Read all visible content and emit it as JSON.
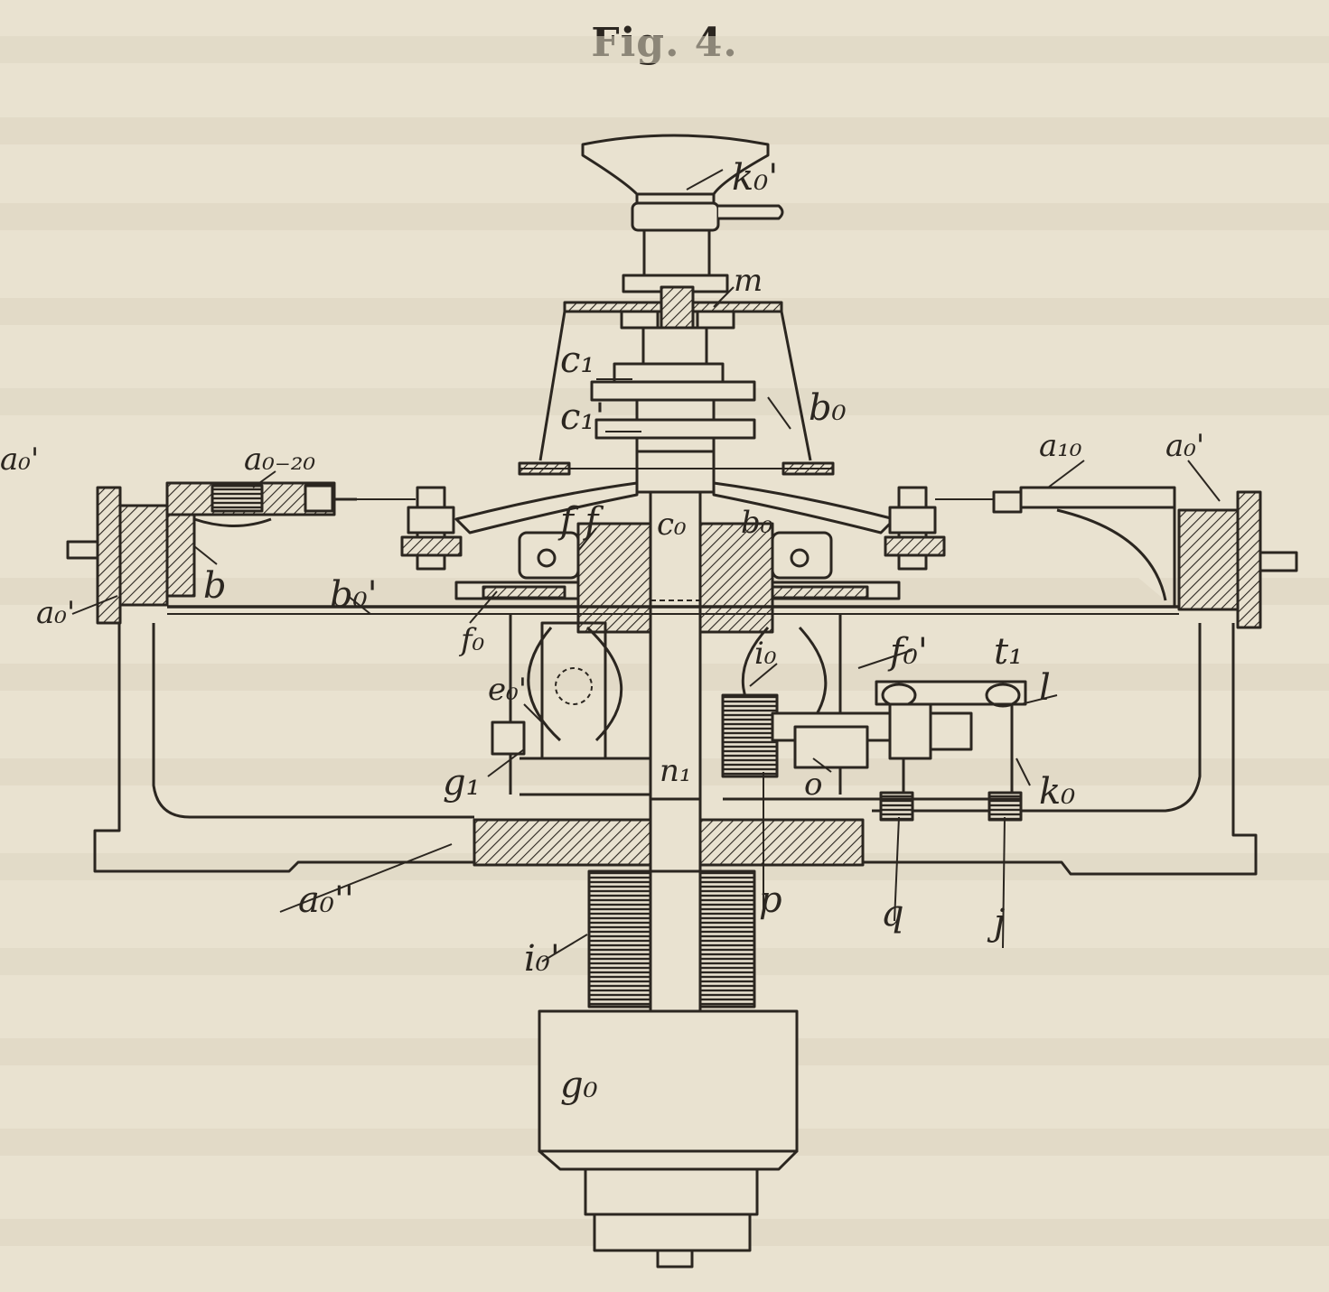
{
  "figure": {
    "title": "Fig. 4."
  },
  "labels": {
    "k0_prime": "k₀'",
    "m": "m",
    "c1": "c₁",
    "c_1_prime": "c₁'",
    "b0": "b₀",
    "a0_20": "a₀₋₂₀",
    "a10": "a₁₀",
    "a0_prime_right": "a₀'",
    "a0_prime_edge": "a₀'",
    "a0_prime_left": "a₀'",
    "b_left": "b",
    "b0_prime": "b₀'",
    "f_f": "f f",
    "c0": "c₀",
    "b0_center": "b₀",
    "f0_left": "f₀",
    "i0": "i₀",
    "f0_prime": "f₀'",
    "t1": "t₁",
    "l": "l",
    "e0_prime": "e₀'",
    "g1": "g₁",
    "n1": "n₁",
    "o": "o",
    "k0": "k₀",
    "a0_double_prime": "a₀''",
    "p": "p",
    "q": "q",
    "j": "j",
    "i0_prime": "i₀'",
    "g0": "g₀"
  },
  "colors": {
    "paper": "#e9e2d0",
    "ink": "#2b2620",
    "bleed_text": "#cfc6b2"
  }
}
